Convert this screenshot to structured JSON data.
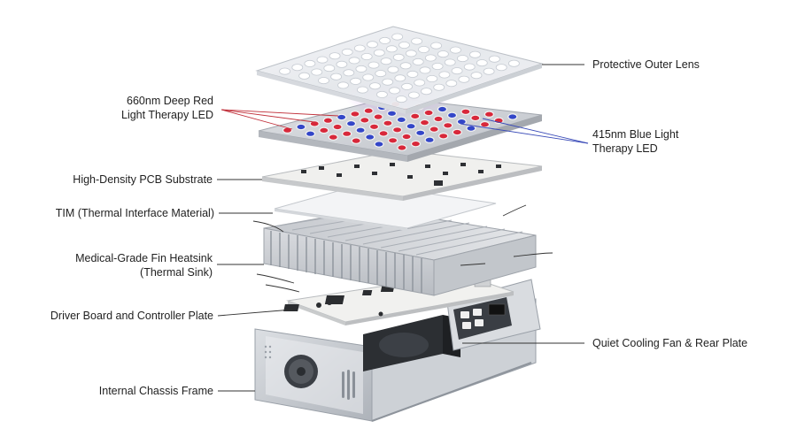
{
  "labels": {
    "lens": "Protective Outer Lens",
    "red_led_line1": "660nm Deep Red",
    "red_led_line2": "Light Therapy LED",
    "blue_led_line1": "415nm Blue Light",
    "blue_led_line2": "Therapy LED",
    "pcb": "High-Density PCB Substrate",
    "tim": "TIM (Thermal Interface Material)",
    "heatsink_line1": "Medical-Grade Fin Heatsink",
    "heatsink_line2": "(Thermal Sink)",
    "driver": "Driver Board and Controller Plate",
    "fan": "Quiet Cooling Fan & Rear Plate",
    "chassis": "Internal Chassis Frame"
  },
  "colors": {
    "red_led": "#d8283a",
    "blue_led": "#3346c8",
    "aluminum": "#c9ccd1",
    "pcb_white": "#eeeeec",
    "leader_line": "#333333",
    "red_leader": "#c0303a",
    "blue_leader": "#3a4bb8"
  }
}
